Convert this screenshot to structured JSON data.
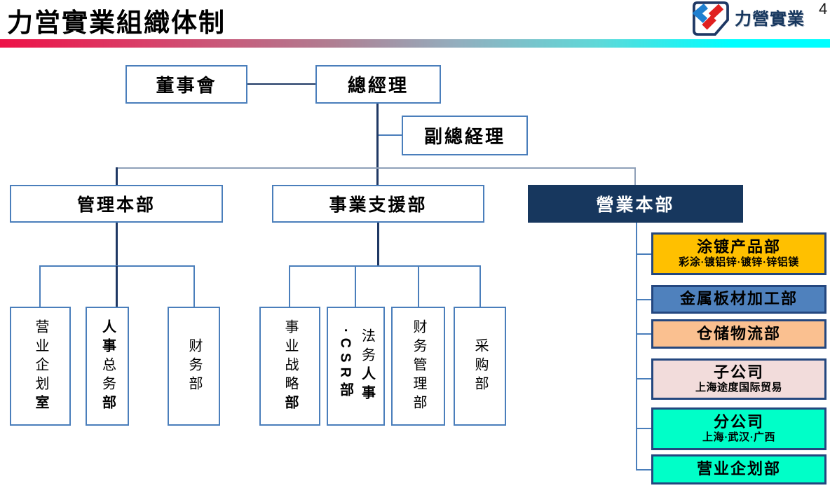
{
  "slide": {
    "title": "力営實業組織体制",
    "page_number": "4"
  },
  "logo": {
    "text": "力營實業",
    "icon": "company-logo-badge"
  },
  "colors": {
    "accent_red": "#ED1247",
    "accent_cyan": "#00FFFF",
    "line_navy": "#1F3864",
    "line_blue": "#4A7EBB",
    "line_slate": "#8FA0B8",
    "box_border_blue": "#4A7EBB",
    "dark_box_fill": "#17375E",
    "colored_box_border": "#24477F",
    "logo_blue": "#1E7FD0",
    "logo_red": "#E02020",
    "gold": "#FFC000",
    "blue": "#4F81BD",
    "orange": "#FAC090",
    "pink": "#F2DCDB",
    "green": "#00FFC8"
  },
  "org": {
    "board": {
      "label": "董事會"
    },
    "gm": {
      "label": "總經理"
    },
    "deputy_gm": {
      "label": "副總経理"
    },
    "divisions": {
      "admin": {
        "label": "管理本部"
      },
      "support": {
        "label": "事業支援部"
      },
      "sales": {
        "label": "營業本部"
      }
    },
    "admin_children": [
      {
        "label": "营业企划室",
        "runs": [
          [
            {
              "t": "营业企划",
              "b": false
            },
            {
              "t": "室",
              "b": true
            }
          ]
        ]
      },
      {
        "label": "人事总务部",
        "runs": [
          [
            {
              "t": "人事",
              "b": true
            },
            {
              "t": "总务",
              "b": false
            },
            {
              "t": "部",
              "b": true
            }
          ]
        ]
      },
      {
        "label": "财务部",
        "runs": [
          [
            {
              "t": "财务部",
              "b": false
            }
          ]
        ]
      }
    ],
    "support_children": [
      {
        "label": "事业战略部",
        "runs": [
          [
            {
              "t": "事业战略",
              "b": false
            },
            {
              "t": "部",
              "b": true
            }
          ]
        ]
      },
      {
        "label": "法务人事·CSR部",
        "runs": [
          [
            {
              "t": "法务",
              "b": false
            },
            {
              "t": "人事",
              "b": true
            }
          ],
          [
            {
              "t": "·CSR部",
              "b": true
            }
          ]
        ]
      },
      {
        "label": "财务管理部",
        "runs": [
          [
            {
              "t": "财务管理部",
              "b": false
            }
          ]
        ]
      },
      {
        "label": "采购部",
        "runs": [
          [
            {
              "t": "采购部",
              "b": false
            }
          ]
        ]
      }
    ],
    "sales_children": [
      {
        "title": "涂镀产品部",
        "subtitle": "彩涂·镀铝锌·镀锌·锌铝镁",
        "bg": "gold"
      },
      {
        "title": "金属板材加工部",
        "subtitle": "",
        "bg": "blue"
      },
      {
        "title": "仓储物流部",
        "subtitle": "",
        "bg": "orange"
      },
      {
        "title": "子公司",
        "subtitle": "上海途度国际贸易",
        "bg": "pink"
      },
      {
        "title": "分公司",
        "subtitle": "上海·武汉·广西",
        "bg": "green"
      },
      {
        "title": "营业企划部",
        "subtitle": "",
        "bg": "green"
      }
    ]
  }
}
